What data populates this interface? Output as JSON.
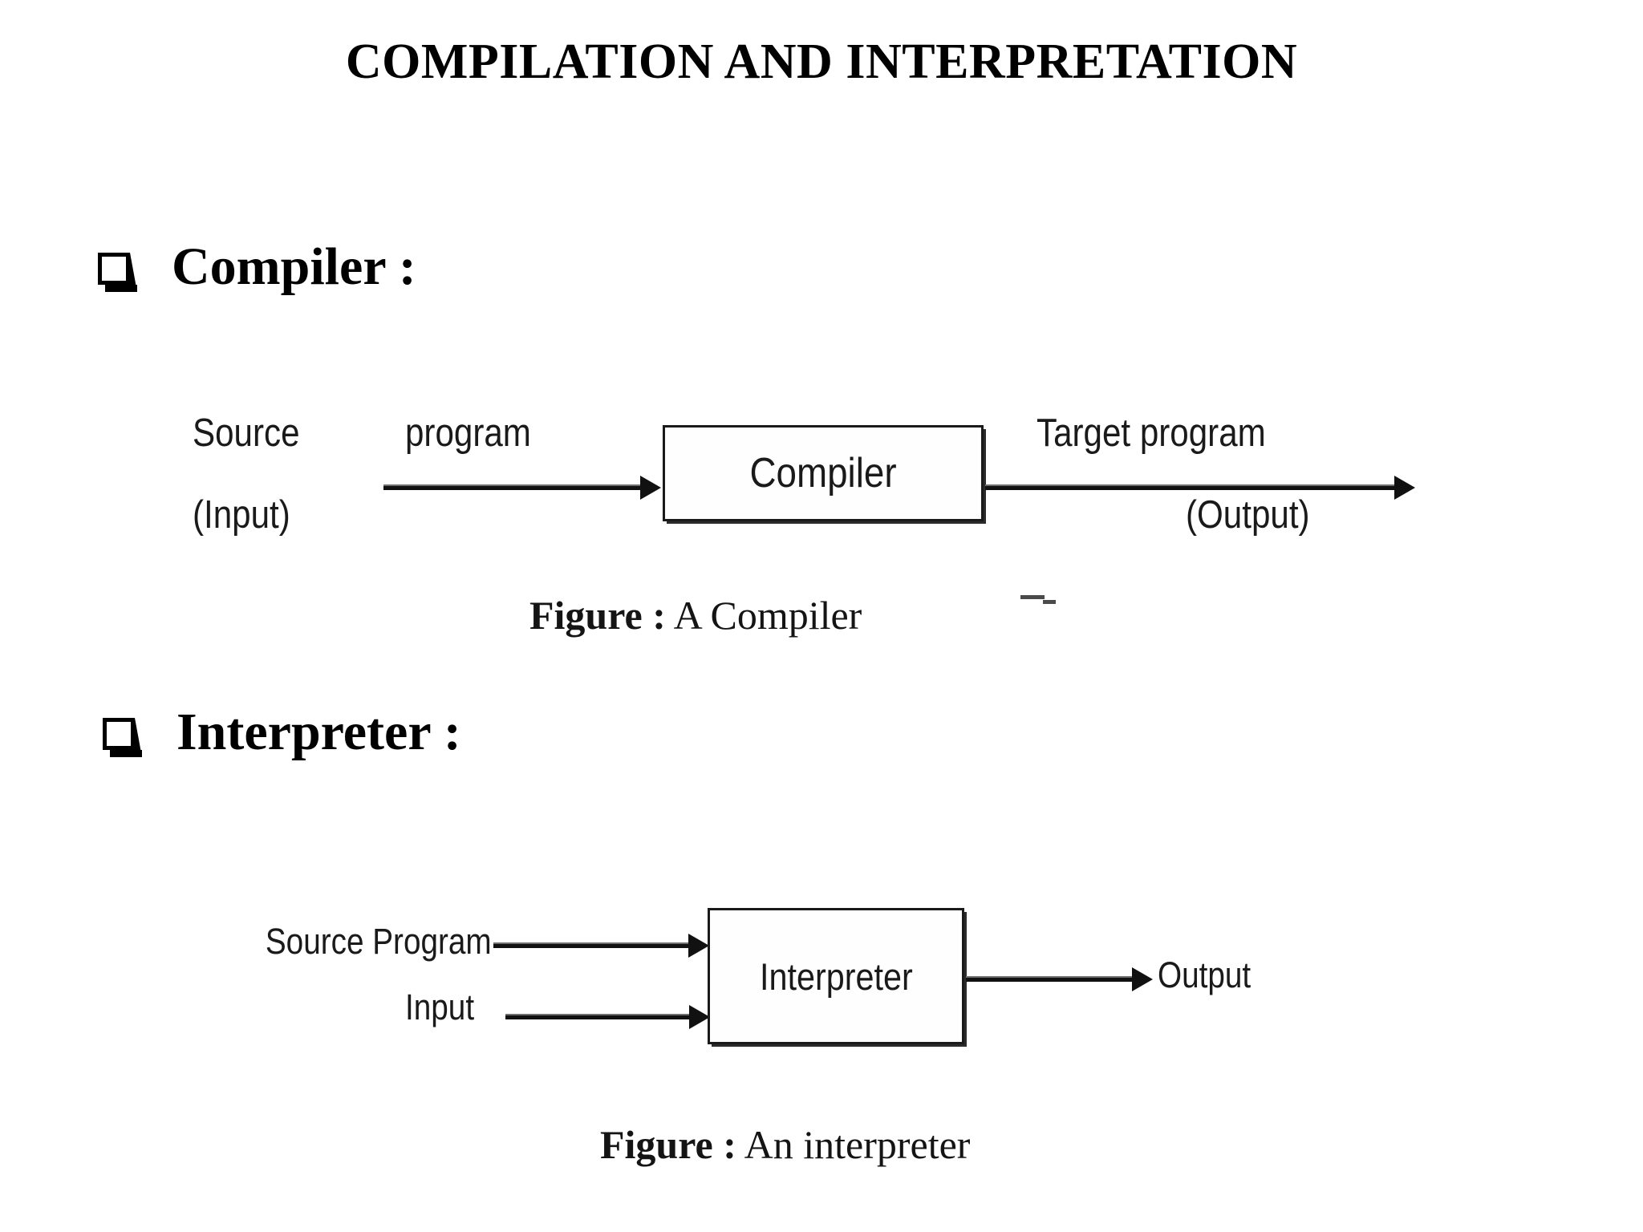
{
  "slide": {
    "title": "COMPILATION AND INTERPRETATION",
    "background_color": "#ffffff",
    "ink_color": "#000000"
  },
  "sections": [
    {
      "bullet_icon": "shadowed-square-bullet",
      "heading": "Compiler :",
      "figure": {
        "caption_prefix": "Figure :",
        "caption_text": " A Compiler",
        "type": "flow-diagram",
        "nodes": [
          {
            "id": "compiler-box",
            "label": "Compiler"
          }
        ],
        "labels": {
          "input_line1": "Source",
          "input_line2": "(Input)",
          "input_edge": "program",
          "output_edge": "Target program",
          "output_sub": "(Output)"
        }
      }
    },
    {
      "bullet_icon": "shadowed-square-bullet",
      "heading": "Interpreter :",
      "figure": {
        "caption_prefix": "Figure :",
        "caption_text": " An interpreter",
        "type": "flow-diagram",
        "nodes": [
          {
            "id": "interpreter-box",
            "label": "Interpreter"
          }
        ],
        "labels": {
          "in_top": "Source Program",
          "in_bottom": "Input",
          "out": "Output"
        }
      }
    }
  ]
}
